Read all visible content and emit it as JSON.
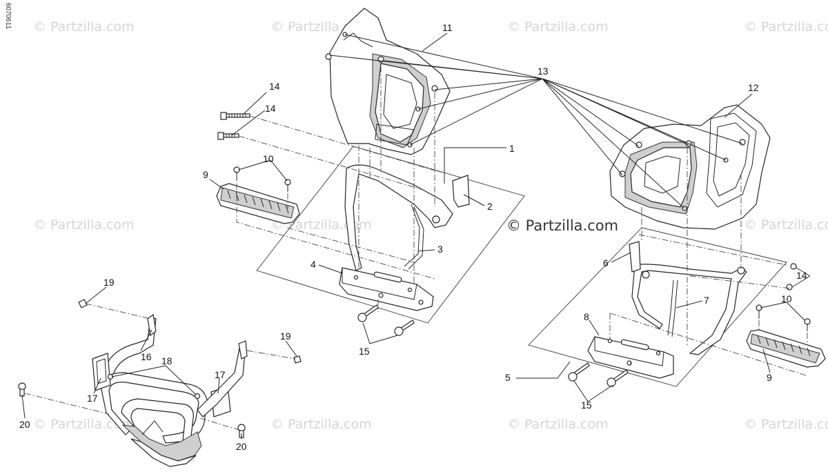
{
  "diagram_code": "6070611",
  "watermark_text": "© Partzilla.com",
  "main_watermark_text": "© Partzilla.com",
  "callouts": {
    "c1": "1",
    "c2": "2",
    "c3": "3",
    "c4": "4",
    "c5": "5",
    "c6": "6",
    "c7": "7",
    "c8": "8",
    "c9a": "9",
    "c9b": "9",
    "c10a": "10",
    "c10b": "10",
    "c11": "11",
    "c12": "12",
    "c13": "13",
    "c14a": "14",
    "c14b": "14",
    "c14c": "14",
    "c15a": "15",
    "c15b": "15",
    "c16": "16",
    "c17a": "17",
    "c17b": "17",
    "c18": "18",
    "c19a": "19",
    "c19b": "19",
    "c20a": "20",
    "c20b": "20"
  }
}
